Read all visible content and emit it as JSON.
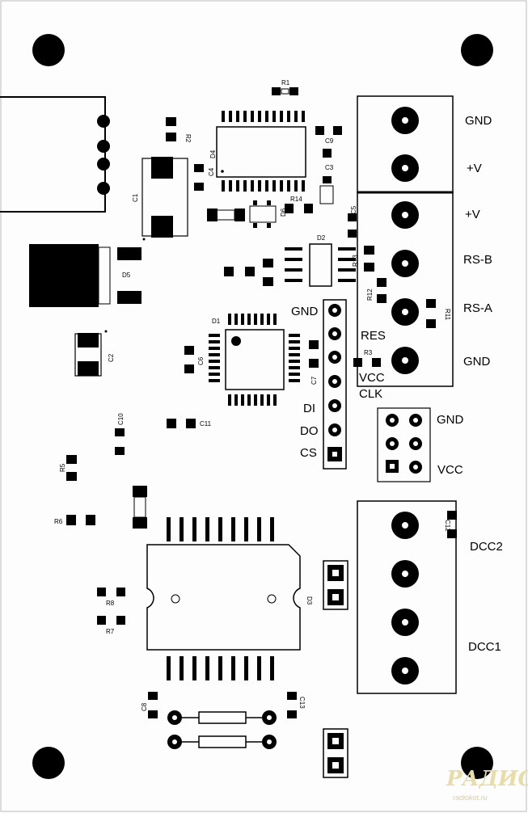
{
  "silkscreen": {
    "refs": {
      "R1": "R1",
      "R2": "R2",
      "R3": "R3",
      "R5": "R5",
      "R6": "R6",
      "R7": "R7",
      "R8": "R8",
      "R11": "R11",
      "R12": "R12",
      "R13": "R13",
      "R14": "R14",
      "C1": "C1",
      "C2": "C2",
      "C3": "C3",
      "C4": "C4",
      "C5": "C5",
      "C6": "C6",
      "C7": "C7",
      "C8": "C8",
      "C9": "C9",
      "C10": "C10",
      "C11": "C11",
      "C12": "C12",
      "C13": "C13",
      "D1": "D1",
      "D2": "D2",
      "D3": "D3",
      "D4": "D4",
      "D5": "D5",
      "D6": "D6"
    },
    "connectors": {
      "power_top": [
        "GND",
        "+V"
      ],
      "rs485": [
        "+V",
        "RS-B",
        "RS-A",
        "GND"
      ],
      "isp": [
        "GND",
        "RES",
        "VCC",
        "CLK",
        "DI",
        "DO",
        "CS"
      ],
      "header_2x3": [
        "GND",
        "VCC"
      ],
      "dcc": [
        "DCC2",
        "DCC1"
      ]
    }
  },
  "watermark": {
    "logo": "РАДИОКОТ",
    "url": "radiokot.ru"
  },
  "colors": {
    "board": "#fdfdfd",
    "ink": "#000000",
    "watermark": "#e8dca8"
  }
}
